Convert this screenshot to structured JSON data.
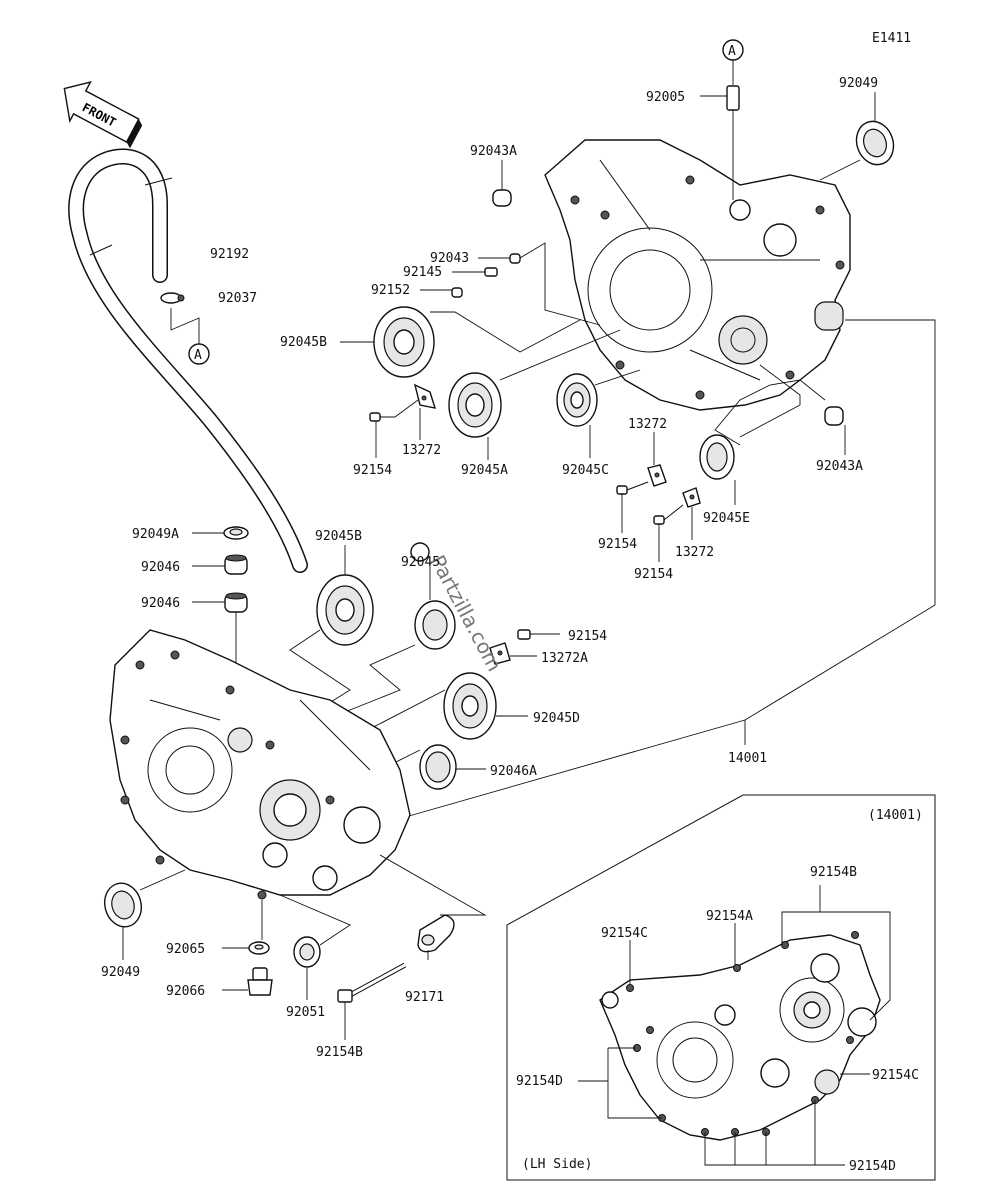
{
  "diagram_code": "E1411",
  "front_arrow_text": "FRONT",
  "watermark": "Partzilla.com",
  "ref_a": "A",
  "inset": {
    "title": "(14001)",
    "side": "(LH Side)"
  },
  "labels": {
    "l92049_top": "92049",
    "l92005": "92005",
    "l92043A_top": "92043A",
    "l92192": "92192",
    "l92037": "92037",
    "l92043": "92043",
    "l92145": "92145",
    "l92152": "92152",
    "l92045B_top": "92045B",
    "l92154_a": "92154",
    "l13272_a": "13272",
    "l92045A": "92045A",
    "l92045C": "92045C",
    "l13272_b": "13272",
    "l92043A_right": "92043A",
    "l92154_b": "92154",
    "l92045E": "92045E",
    "l13272_c": "13272",
    "l92154_c": "92154",
    "l92049A": "92049A",
    "l92046_a": "92046",
    "l92046_b": "92046",
    "l92045B_mid": "92045B",
    "l92045_mid": "92045",
    "l92154_d": "92154",
    "l13272A": "13272A",
    "l92045D": "92045D",
    "l92046A": "92046A",
    "l14001": "14001",
    "l92049_bottom": "92049",
    "l92065": "92065",
    "l92066": "92066",
    "l92051": "92051",
    "l92154B_bottom": "92154B",
    "l92171": "92171",
    "l92154B_inset": "92154B",
    "l92154A_inset": "92154A",
    "l92154C_inset_left": "92154C",
    "l92154D_inset_left": "92154D",
    "l92154C_inset_right": "92154C",
    "l92154D_inset_bottom": "92154D"
  }
}
